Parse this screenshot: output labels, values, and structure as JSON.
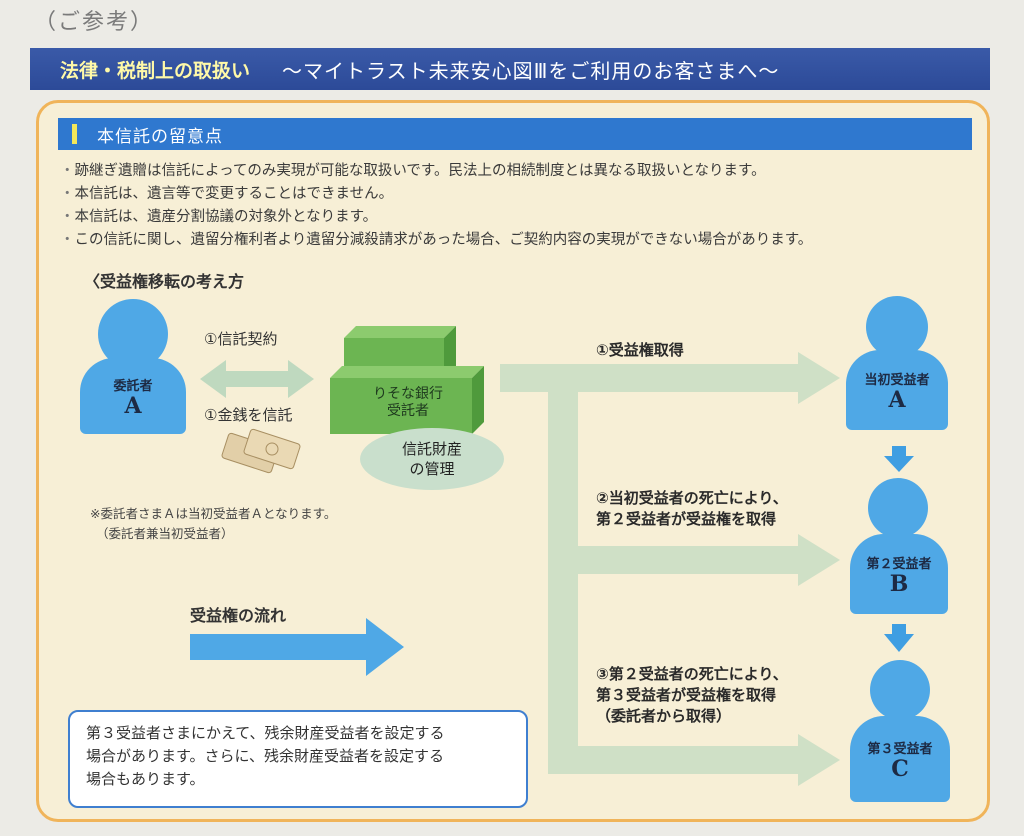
{
  "ref_label": "（ご参考）",
  "header": {
    "title": "法律・税制上の取扱い",
    "subtitle": "～マイトラスト未来安心図Ⅲをご利用のお客さまへ～"
  },
  "section": {
    "title": "本信託の留意点"
  },
  "notes": [
    "跡継ぎ遺贈は信託によってのみ実現が可能な取扱いです。民法上の相続制度とは異なる取扱いとなります。",
    "本信託は、遺言等で変更することはできません。",
    "本信託は、遺産分割協議の対象外となります。",
    "この信託に関し、遺留分権利者より遺留分減殺請求があった場合、ご契約内容の実現ができない場合があります。"
  ],
  "flow_heading": "〈受益権移転の考え方",
  "settlor": {
    "role": "委託者",
    "letter": "A"
  },
  "contract_label": "①信託契約",
  "money_label": "①金銭を信託",
  "bank": {
    "name": "りそな銀行",
    "role": "受託者"
  },
  "trust_property": {
    "line1": "信託財産",
    "line2": "の管理"
  },
  "footnote": {
    "line1": "※委託者さまＡは当初受益者Ａとなります。",
    "line2": "（委託者兼当初受益者）"
  },
  "steps": {
    "step1": "①受益権取得",
    "step2_line1": "②当初受益者の死亡により、",
    "step2_line2": "第２受益者が受益権を取得",
    "step3_line1": "③第２受益者の死亡により、",
    "step3_line2": "第３受益者が受益権を取得",
    "step3_line3": "（委託者から取得）"
  },
  "beneficiaries": {
    "initial": {
      "role": "当初受益者",
      "letter": "A"
    },
    "second": {
      "role": "第２受益者",
      "letter": "B"
    },
    "third": {
      "role": "第３受益者",
      "letter": "C"
    }
  },
  "legend": {
    "label": "受益権の流れ"
  },
  "info_box": {
    "line1": "第３受益者さまにかえて、残余財産受益者を設定する",
    "line2": "場合があります。さらに、残余財産受益者を設定する",
    "line3": "場合もあります。"
  },
  "colors": {
    "header": "#2c4a98",
    "section": "#2f78cf",
    "panel_bg": "#f7efd6",
    "panel_border": "#f0b45a",
    "person": "#4fa8e6",
    "flow_arrow": "#cfe0c6",
    "legend_arrow": "#4fa8e6",
    "bank_block": "#6cb552"
  }
}
